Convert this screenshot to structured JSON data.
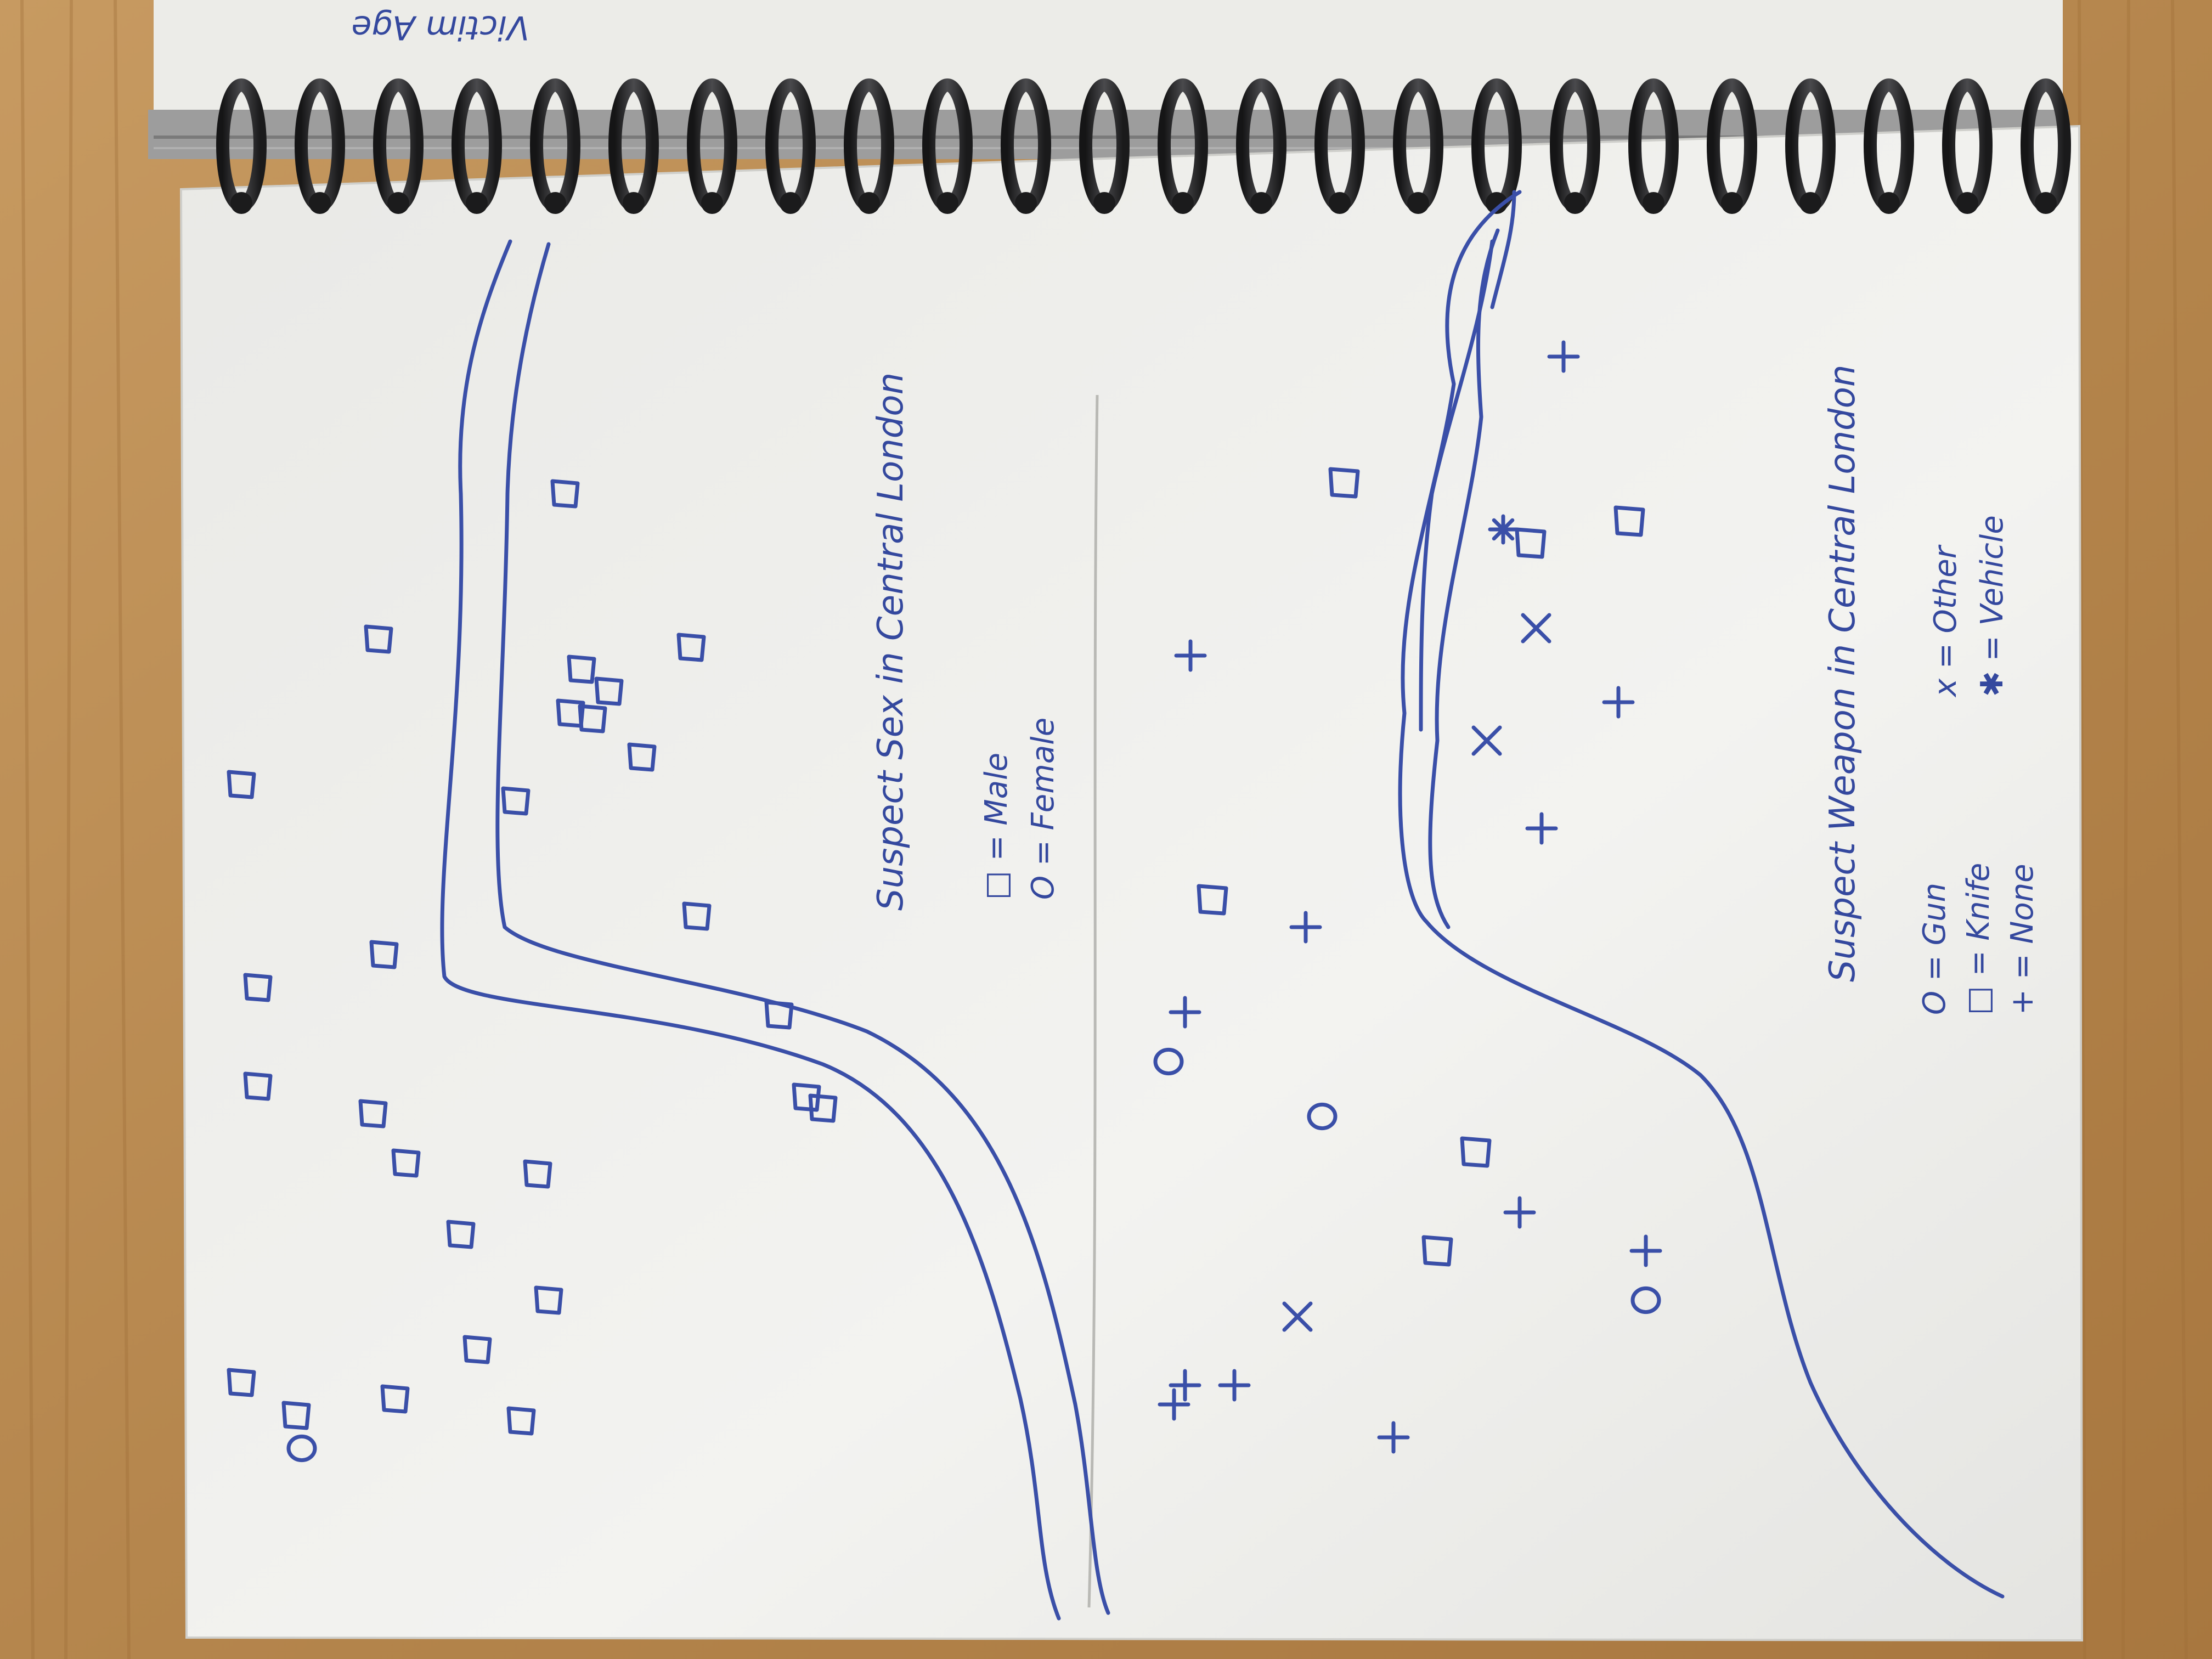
{
  "notebook": {
    "top_note": "Victim Age"
  },
  "map_sex": {
    "title": "Suspect Sex in Central London",
    "legend": [
      {
        "symbol": "□",
        "label": "□ = Male"
      },
      {
        "symbol": "○",
        "label": "O = Female"
      }
    ]
  },
  "map_weapon": {
    "title": "Suspect Weapon in Central London",
    "legend": [
      {
        "label": "O = Gun"
      },
      {
        "label": "□ = Knife"
      },
      {
        "label": "+ = None"
      },
      {
        "label": "x = Other"
      },
      {
        "label": "✱ = Vehicle"
      }
    ]
  },
  "colors": {
    "ink": "#3a4fa8",
    "paper": "#f4f4f1",
    "desk": "#b78a52",
    "spiral": "#2a2a2c"
  }
}
